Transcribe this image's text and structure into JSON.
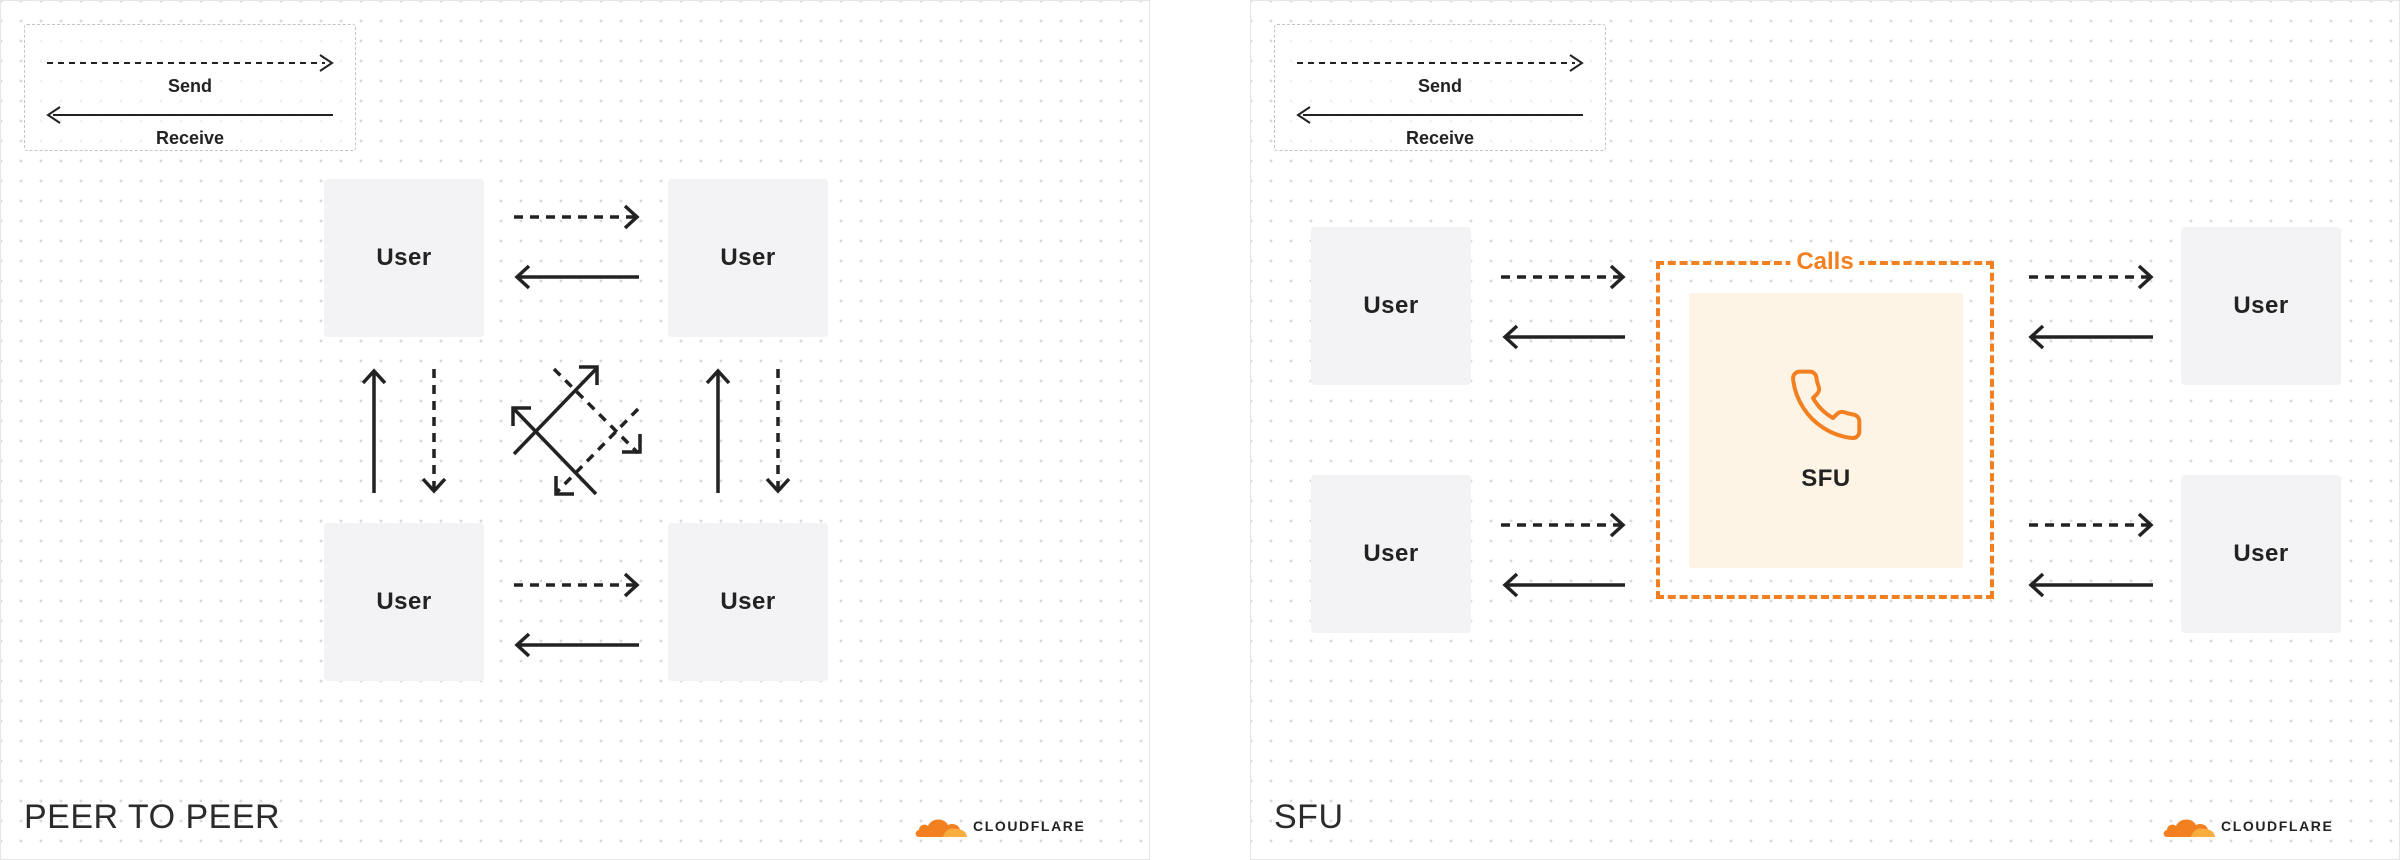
{
  "legend": {
    "send_label": "Send",
    "receive_label": "Receive"
  },
  "p2p": {
    "title": "PEER TO PEER",
    "users": [
      "User",
      "User",
      "User",
      "User"
    ]
  },
  "sfu": {
    "title": "SFU",
    "users": [
      "User",
      "User",
      "User",
      "User"
    ],
    "calls_label": "Calls",
    "sfu_label": "SFU"
  },
  "logo": {
    "text": "CLOUDFLARE"
  },
  "colors": {
    "accent": "#f38020",
    "user_box": "#f3f3f5",
    "sfu_fill": "#fdf4e6",
    "line": "#222222"
  },
  "icons": [
    "phone-icon",
    "cloudflare-cloud-icon"
  ]
}
